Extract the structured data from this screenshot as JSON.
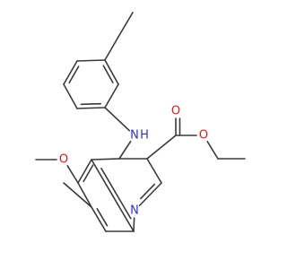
{
  "atoms": [
    {
      "id": "C1",
      "element": "C",
      "label": ""
    },
    {
      "id": "C2",
      "element": "C",
      "label": ""
    },
    {
      "id": "C3",
      "element": "C",
      "label": ""
    },
    {
      "id": "C4",
      "element": "C",
      "label": ""
    },
    {
      "id": "C5",
      "element": "C",
      "label": ""
    },
    {
      "id": "C6",
      "element": "C",
      "label": ""
    },
    {
      "id": "C7",
      "element": "C",
      "label": ""
    },
    {
      "id": "C8",
      "element": "C",
      "label": ""
    },
    {
      "id": "NH",
      "element": "N",
      "label": "N",
      "hcount": 1,
      "h_label": "H"
    },
    {
      "id": "C9",
      "element": "C",
      "label": ""
    },
    {
      "id": "C10",
      "element": "C",
      "label": ""
    },
    {
      "id": "C11",
      "element": "C",
      "label": ""
    },
    {
      "id": "C12",
      "element": "C",
      "label": ""
    },
    {
      "id": "N1",
      "element": "N",
      "label": "N"
    },
    {
      "id": "C13",
      "element": "C",
      "label": ""
    },
    {
      "id": "C14",
      "element": "C",
      "label": ""
    },
    {
      "id": "C15",
      "element": "C",
      "label": ""
    },
    {
      "id": "C16",
      "element": "C",
      "label": ""
    },
    {
      "id": "C17",
      "element": "C",
      "label": ""
    },
    {
      "id": "O1",
      "element": "O",
      "label": "O"
    },
    {
      "id": "C18",
      "element": "C",
      "label": ""
    },
    {
      "id": "C19",
      "element": "C",
      "label": ""
    },
    {
      "id": "O2",
      "element": "O",
      "label": "O"
    },
    {
      "id": "O3",
      "element": "O",
      "label": "O"
    },
    {
      "id": "C20",
      "element": "C",
      "label": ""
    },
    {
      "id": "C21",
      "element": "C",
      "label": ""
    }
  ],
  "bond_orders": [
    1,
    1,
    1,
    2,
    1,
    2,
    1,
    2,
    1,
    1,
    1,
    2,
    1,
    2,
    1,
    1,
    2,
    1,
    1,
    2,
    1,
    2,
    1,
    1,
    1,
    1,
    1,
    1,
    1,
    1
  ],
  "colors": {
    "bond": "#3a3a3a",
    "nitrogen": "#2f2fd6",
    "oxygen": "#e01a1a",
    "background": "#ffffff"
  }
}
